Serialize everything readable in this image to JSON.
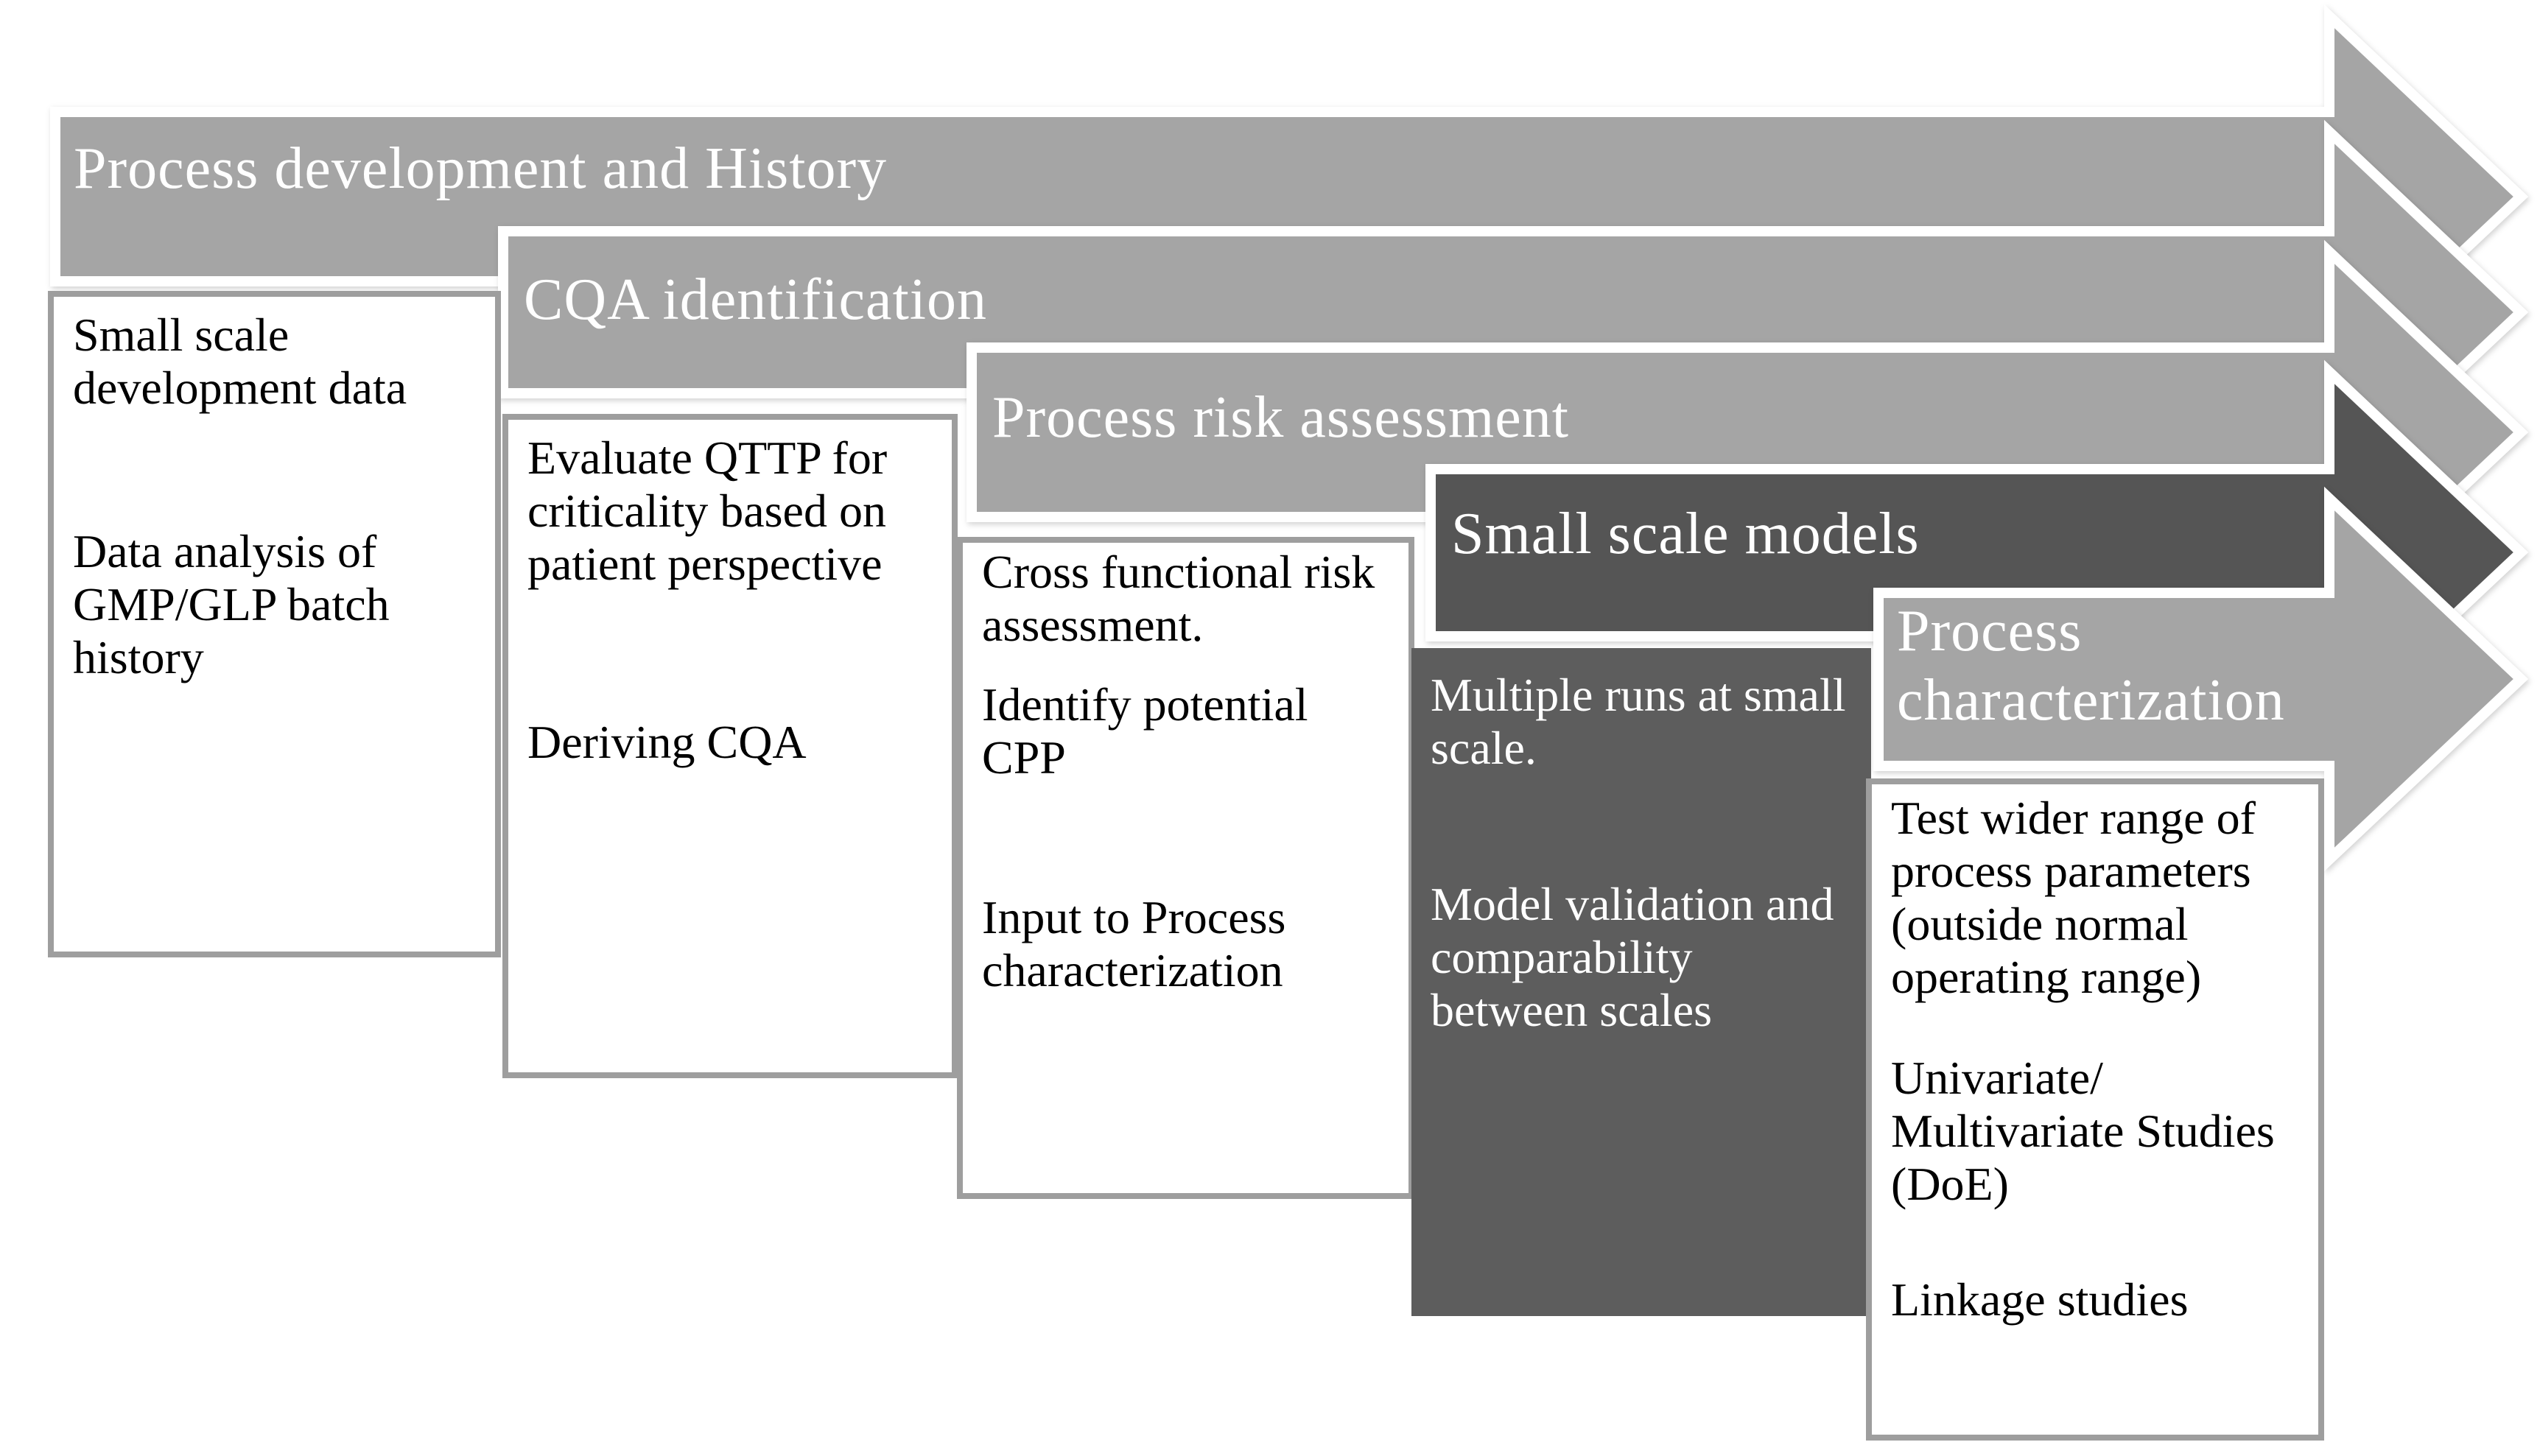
{
  "diagram": {
    "type": "staggered-process-arrows",
    "colors": {
      "gray_arrow": "#a5a5a5",
      "dark_arrow": "#555555",
      "dark_box_bg": "#5d5d5d",
      "box_border": "#9e9e9e",
      "banner_text": "#ffffff",
      "box_text": "#000000"
    },
    "arrows": [
      {
        "title": "Process development and History",
        "tone": "gray",
        "notes": [
          "Small scale development data",
          "Data analysis of GMP/GLP batch history"
        ]
      },
      {
        "title": "CQA identification",
        "tone": "gray",
        "notes": [
          "Evaluate QTTP for criticality based on patient perspective",
          "Deriving CQA"
        ]
      },
      {
        "title": "Process risk assessment",
        "tone": "gray",
        "notes": [
          "Cross functional risk assessment.",
          "Identify potential CPP",
          "Input to Process characterization"
        ]
      },
      {
        "title": "Small scale models",
        "tone": "dark",
        "notes": [
          "Multiple runs at small scale.",
          "Model validation and comparability between scales"
        ]
      },
      {
        "title": "Process characterization",
        "tone": "gray",
        "notes": [
          "Test wider range of process parameters (outside normal operating range)",
          "Univariate/ Multivariate Studies (DoE)",
          "Linkage studies"
        ]
      }
    ]
  }
}
